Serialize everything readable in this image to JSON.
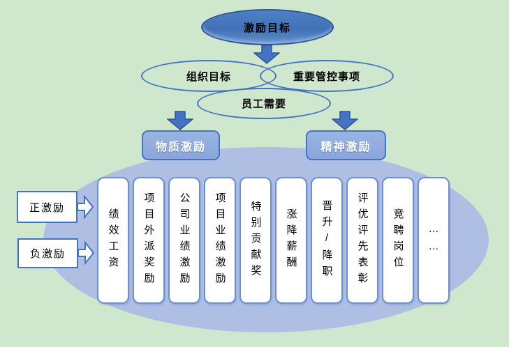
{
  "title": "激励目标",
  "colors": {
    "background_green": "#cfe7cc",
    "pool_ellipse_blue": "#afbee3",
    "primary_blue": "#4472c4",
    "dark_blue": "#2f5597",
    "goal_ellipse_fill": "#4a7cc0",
    "category_rect_fill": "#8faadc",
    "item_border_blue": "#6b8fd4",
    "white": "#ffffff",
    "text_black": "#000000"
  },
  "goal_ellipse": {
    "label": "激励目标"
  },
  "venn": {
    "left_label": "组织目标",
    "right_label": "重要管控事项",
    "bottom_label": "员工需要"
  },
  "categories": {
    "material_label": "物质激励",
    "spiritual_label": "精神激励"
  },
  "side_labels": {
    "positive": "正激励",
    "negative": "负激励"
  },
  "items": [
    {
      "label": "绩效工资"
    },
    {
      "label": "项目外派奖励"
    },
    {
      "label": "公司业绩激励"
    },
    {
      "label": "项目业绩激励"
    },
    {
      "label": "特别贡献奖"
    },
    {
      "label": "涨降薪酬"
    },
    {
      "label": "晋升/降职"
    },
    {
      "label": "评优评先表彰"
    },
    {
      "label": "竞聘岗位"
    },
    {
      "label": "……"
    }
  ]
}
